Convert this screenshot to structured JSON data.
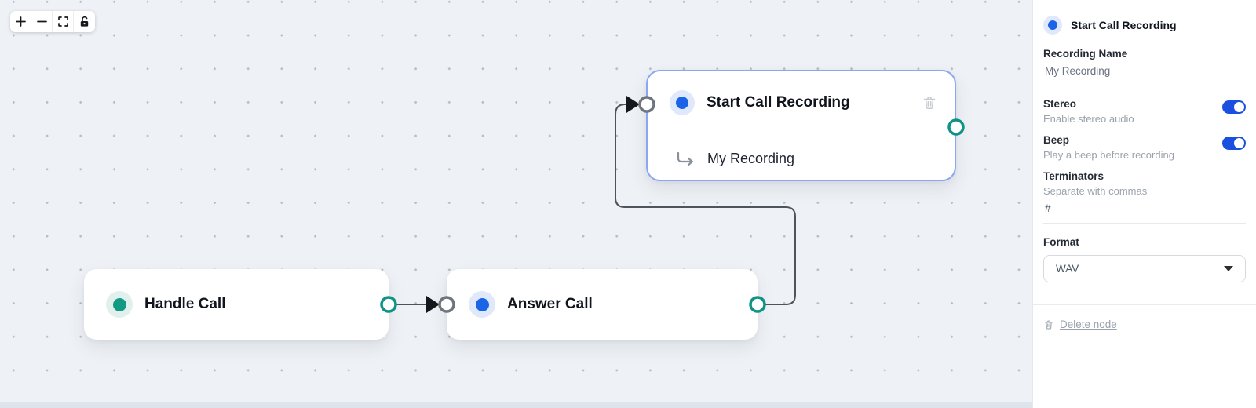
{
  "toolbar": {
    "buttons": [
      {
        "name": "zoom-in"
      },
      {
        "name": "zoom-out"
      },
      {
        "name": "fit-view"
      },
      {
        "name": "lock"
      }
    ]
  },
  "nodes": [
    {
      "id": "handle-call",
      "title": "Handle Call",
      "accent": "#129A82"
    },
    {
      "id": "answer-call",
      "title": "Answer Call",
      "accent": "#1C64E6"
    },
    {
      "id": "start-call-recording",
      "title": "Start Call Recording",
      "subtitle": "My Recording",
      "accent": "#1C64E6",
      "selected": true
    }
  ],
  "sidebar": {
    "title": "Start Call Recording",
    "fields": {
      "recording_name": {
        "label": "Recording Name",
        "value": "My Recording"
      },
      "stereo": {
        "label": "Stereo",
        "description": "Enable stereo audio",
        "enabled": true
      },
      "beep": {
        "label": "Beep",
        "description": "Play a beep before recording",
        "enabled": true
      },
      "terminators": {
        "label": "Terminators",
        "description": "Separate with commas",
        "value": "#"
      },
      "format": {
        "label": "Format",
        "value": "WAV"
      }
    },
    "delete_label": "Delete node"
  },
  "colors": {
    "canvas_bg": "#EEF1F5",
    "accent_teal": "#0E9384",
    "accent_blue": "#1C64E6",
    "toggle_on": "#1B4FE0",
    "selected_node_border": "#8AA7F0",
    "edge": "#4D545C"
  }
}
